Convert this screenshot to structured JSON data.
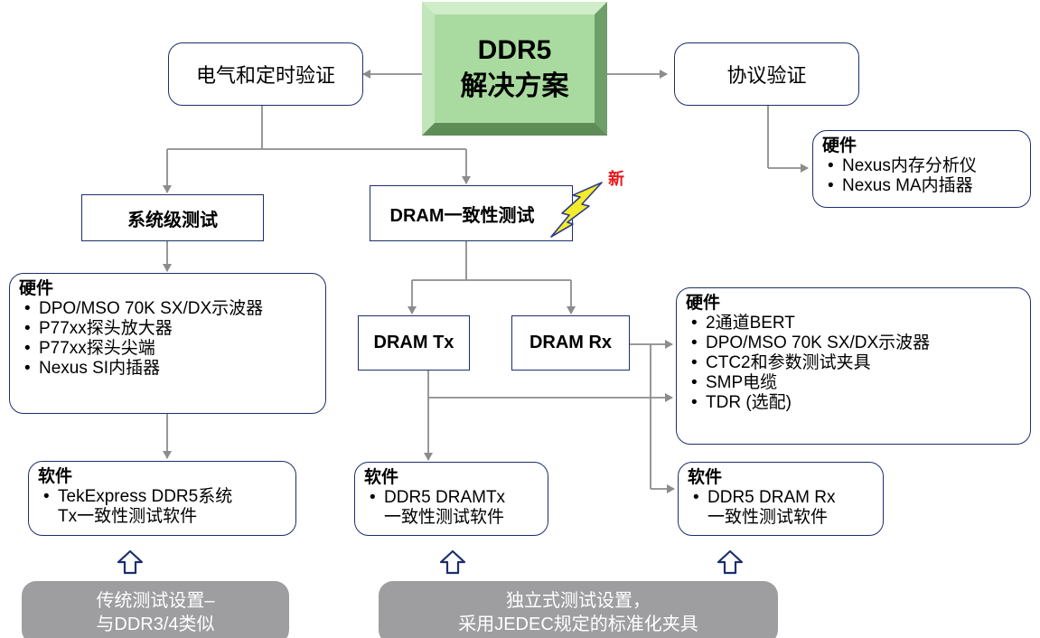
{
  "center": {
    "line1": "DDR5",
    "line2": "解决方案"
  },
  "electrical": {
    "label": "电气和定时验证"
  },
  "protocol": {
    "label": "协议验证",
    "hw_heading": "硬件",
    "hw_items": [
      "Nexus内存分析仪",
      "Nexus MA内插器"
    ]
  },
  "system": {
    "label": "系统级测试",
    "hw_heading": "硬件",
    "hw_items": [
      "DPO/MSO 70K SX/DX示波器",
      "P77xx探头放大器",
      "P77xx探头尖端",
      "Nexus SI内插器"
    ],
    "sw_heading": "软件",
    "sw_line1": "TekExpress DDR5系统",
    "sw_line2": "Tx一致性测试软件"
  },
  "dram": {
    "label": "DRAM一致性测试",
    "new_badge": "新",
    "tx_label": "DRAM Tx",
    "rx_label": "DRAM Rx",
    "hw_heading": "硬件",
    "hw_items": [
      "2通道BERT",
      "DPO/MSO 70K SX/DX示波器",
      "CTC2和参数测试夹具",
      "SMP电缆",
      "TDR (选配)"
    ],
    "tx_sw_heading": "软件",
    "tx_sw_line1": "DDR5 DRAMTx",
    "tx_sw_line2": "一致性测试软件",
    "rx_sw_heading": "软件",
    "rx_sw_line1": "DDR5 DRAM Rx",
    "rx_sw_line2": "一致性测试软件"
  },
  "notes": {
    "traditional_line1": "传统测试设置–",
    "traditional_line2": "与DDR3/4类似",
    "standalone_line1": "独立式测试设置，",
    "standalone_line2": "采用JEDEC规定的标准化夹具"
  },
  "colors": {
    "box_border": "#1b2f6e",
    "connector": "#8c8c8c",
    "center_fill": "#a9dba0",
    "note_fill": "#9e9ea1",
    "lightning": "#f2ec2a",
    "new_badge": "#e8161c"
  }
}
